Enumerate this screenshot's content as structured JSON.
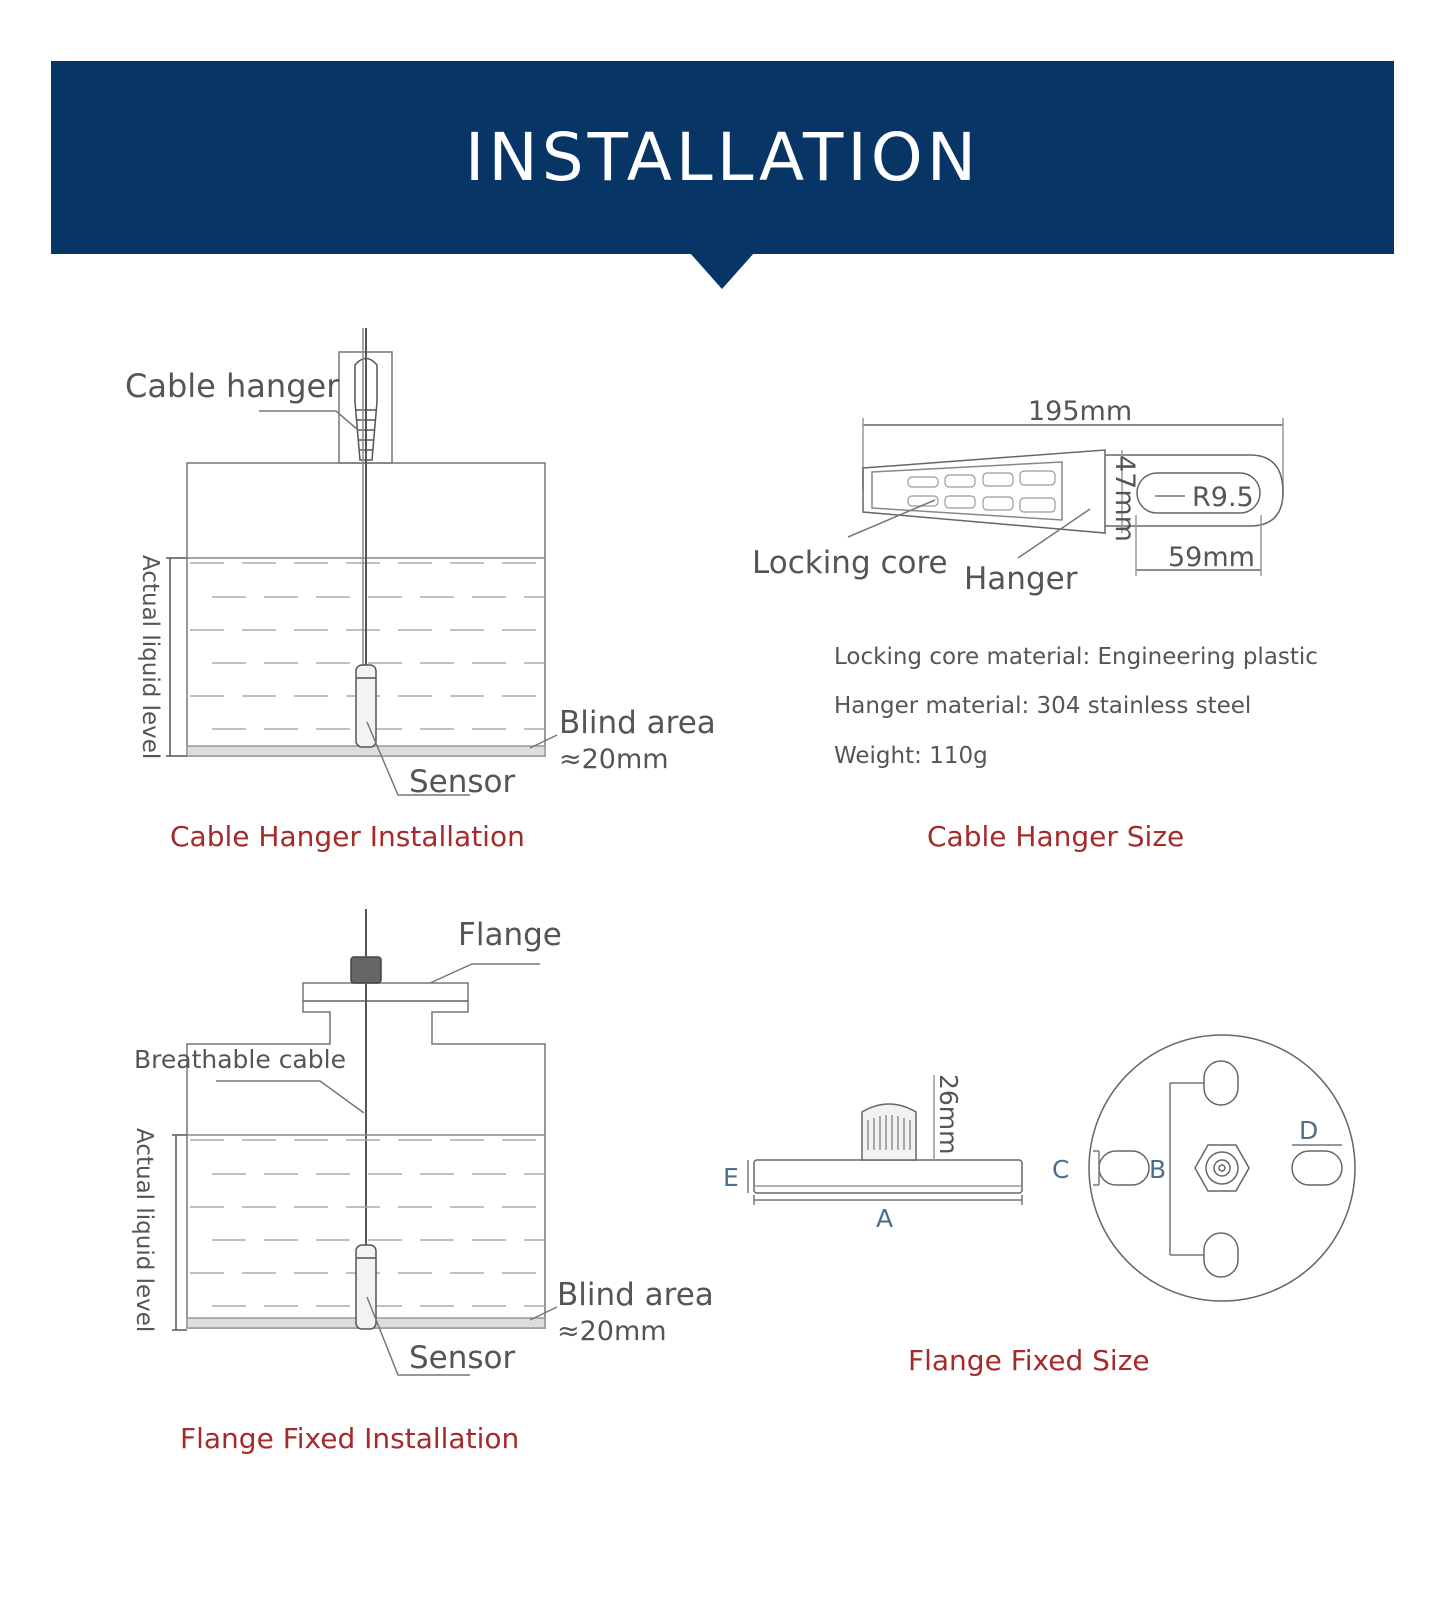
{
  "header": {
    "title": "INSTALLATION"
  },
  "panel_cable_install": {
    "label_cable_hanger": "Cable hanger",
    "label_actual_level": "Actual liquid level",
    "label_blind_area": "Blind area",
    "label_blind_value": "≈20mm",
    "label_sensor": "Sensor",
    "caption": "Cable Hanger Installation"
  },
  "panel_hanger_size": {
    "dim_length": "195mm",
    "dim_width": "47mm",
    "dim_radius": "R9.5",
    "dim_slot": "59mm",
    "label_locking_core": "Locking core",
    "label_hanger": "Hanger",
    "specs": [
      "Locking core material: Engineering plastic",
      "Hanger material: 304 stainless steel",
      "Weight: 110g"
    ],
    "caption": "Cable Hanger Size"
  },
  "panel_flange_install": {
    "label_flange": "Flange",
    "label_breathable": "Breathable cable",
    "label_actual_level": "Actual liquid level",
    "label_blind_area": "Blind area",
    "label_blind_value": "≈20mm",
    "label_sensor": "Sensor",
    "caption": "Flange Fixed Installation"
  },
  "panel_flange_size": {
    "dim_height": "26mm",
    "letter_a": "A",
    "letter_b": "B",
    "letter_c": "C",
    "letter_d": "D",
    "letter_e": "E",
    "caption": "Flange Fixed Size"
  }
}
